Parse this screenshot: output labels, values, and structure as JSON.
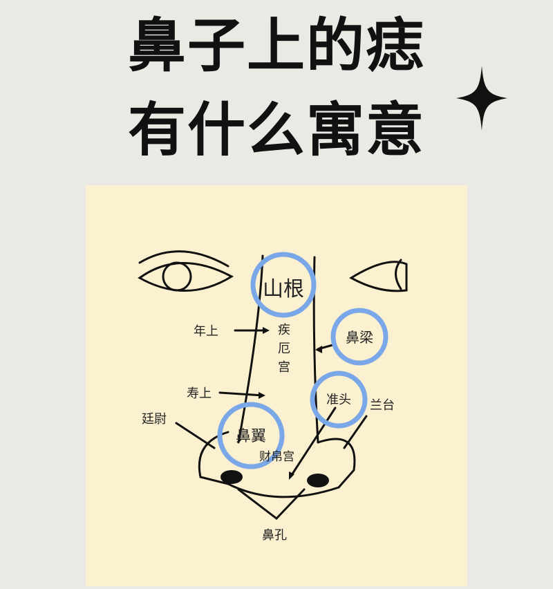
{
  "title": {
    "line1": "鼻子上的痣",
    "line2": "有什么寓意"
  },
  "diagram": {
    "labels": {
      "shangen": "山根",
      "nianshang": "年上",
      "jieegong": [
        "疾",
        "厄",
        "宫"
      ],
      "biliang": "鼻梁",
      "shoushang": "寿上",
      "zhuntou": "准头",
      "lantai": "兰台",
      "tingwei": "廷尉",
      "biyi": "鼻翼",
      "caibogong": "财帛宫",
      "bikong": "鼻孔"
    },
    "highlight_color": "#7aa7e8"
  }
}
